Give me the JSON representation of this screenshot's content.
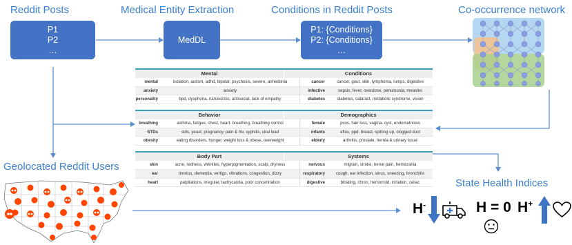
{
  "stages": {
    "reddit_posts": {
      "title": "Reddit Posts",
      "items": [
        "P1",
        "P2",
        "…"
      ]
    },
    "extraction": {
      "title": "Medical Entity Extraction",
      "box_label": "MedDL"
    },
    "conditions": {
      "title": "Conditions in Reddit Posts",
      "items": [
        "P1: {Conditions}",
        "P2: {Conditions}",
        "…"
      ]
    },
    "network": {
      "title": "Co-occurrence network"
    }
  },
  "geo_users": {
    "title": "Geolocated Reddit Users"
  },
  "state_health": {
    "title": "State Health Indices",
    "h_minus": "H",
    "h_minus_sup": "-",
    "h_zero": "H = 0",
    "h_plus": "H",
    "h_plus_sup": "+"
  },
  "colors": {
    "accent": "#3b7fcf",
    "box": "#4472c4",
    "edge": "#5b8fd0",
    "table_rule": "#3aa0b8",
    "network_blue": "#a9d0f0",
    "network_green": "#a8d08d",
    "network_orange": "#f4c28a",
    "node": "#8a9ee0"
  },
  "icons": [
    "down-arrow-icon",
    "ambulance-icon",
    "neutral-face-icon",
    "up-arrow-icon",
    "heart-icon",
    "reddit-alien-icon",
    "us-map-icon"
  ],
  "table": [
    {
      "left": "Mental",
      "right": "Conditions",
      "rows": [
        {
          "lk": "mental",
          "lv": "isolation, autism, adhd, bipolar, psychosis, severe, anhedonia",
          "rk": "cancer",
          "rv": "cancer, gout, skin, lymphoma, lumps, digestive"
        },
        {
          "lk": "anxiety",
          "lv": "anxiety",
          "rk": "infective",
          "rv": "sepsis, fever, overdose, penumonia, measles"
        },
        {
          "lk": "personality",
          "lv": "bpd, dysphoria, narcissistic, antisocial, lack of empathy",
          "rk": "diabetes",
          "rv": "diabetes, cataract, metabolic syndrome, vision"
        }
      ]
    },
    {
      "left": "Behavior",
      "right": "Demographics",
      "rows": [
        {
          "lk": "breathing",
          "lv": "asthma, fatigue, chest, heart, breathing, breathing control",
          "rk": "female",
          "rv": "pcos, hair loss, vagina, cyst, endometriosis"
        },
        {
          "lk": "STDs",
          "lv": "stds, yeast, pregnancy, pain & hiv, syphilis, viral load",
          "rk": "infants",
          "rv": "eflux, ppd, breast, spitting up, clogged duct"
        },
        {
          "lk": "obesity",
          "lv": "eating disorders, hunger, weight loss & obese, overweight",
          "rk": "elderly",
          "rv": "arthritis, prostate, hernia & urinary issue"
        }
      ]
    },
    {
      "left": "Body Part",
      "right": "Systems",
      "rows": [
        {
          "lk": "skin",
          "lv": "acne, redness, wrinkles, hyperpigmentation, scalp, dryness",
          "rk": "nervous",
          "rv": "migrain, stroke, nerve pain, hemicrania"
        },
        {
          "lk": "ear",
          "lv": "tinnitus, dementia, vertigo, vibrations, congestion, dizzy",
          "rk": "respiratory",
          "rv": "cough, ear infection, sinus, sneezing, bronchitis"
        },
        {
          "lk": "heart",
          "lv": "palpitations, irregular, tachycardia, poor concentration",
          "rk": "digestive",
          "rv": "bloating, chron, hemorroid, irritation, celiac"
        }
      ]
    }
  ]
}
